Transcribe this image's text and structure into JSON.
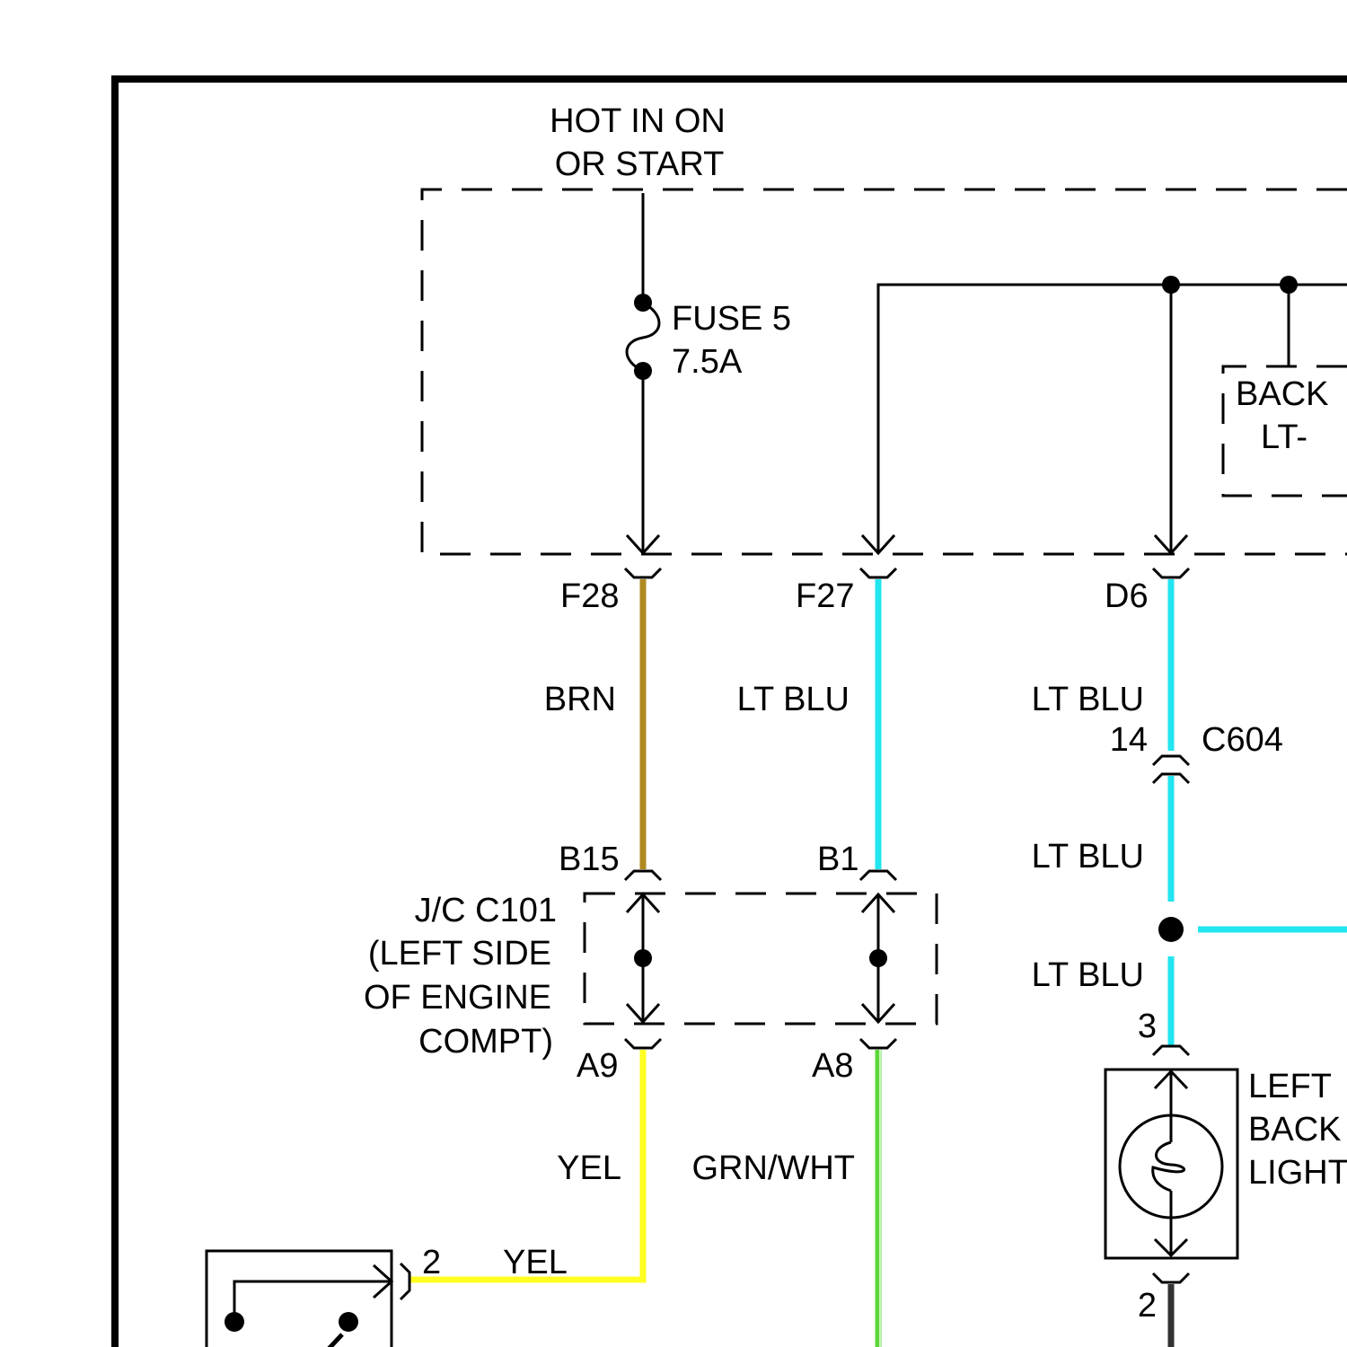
{
  "diagram": {
    "power_label": {
      "line1": "HOT IN ON",
      "line2": "OR START"
    },
    "fuse": {
      "name": "FUSE 5",
      "rating": "7.5A"
    },
    "back_lt_label": {
      "line1": "BACK",
      "line2": "LT-"
    },
    "pins": {
      "f28": "F28",
      "f27": "F27",
      "d6": "D6",
      "b15": "B15",
      "b1": "B1",
      "a9": "A9",
      "a8": "A8",
      "c604_pin": "14",
      "lamp_pin_top": "3",
      "lamp_pin_bottom": "2",
      "switch_pin": "2"
    },
    "connector_c604": "C604",
    "wires": {
      "brn": "BRN",
      "lt_blu_1": "LT BLU",
      "lt_blu_2": "LT BLU",
      "lt_blu_3": "LT BLU",
      "lt_blu_4": "LT BLU",
      "yel_1": "YEL",
      "grn_wht": "GRN/WHT",
      "yel_2": "YEL"
    },
    "junction": {
      "line1": "J/C C101",
      "line2": "(LEFT SIDE",
      "line3": "OF ENGINE",
      "line4": "COMPT)"
    },
    "lamp_label": {
      "line1": "LEFT",
      "line2": "BACK",
      "line3": "LIGHT"
    },
    "colors": {
      "brn": "#b08a1e",
      "lt_blu": "#22e5ef",
      "yel": "#ffff22",
      "grn_wht": "#5cd63a",
      "ground": "#333333"
    }
  }
}
